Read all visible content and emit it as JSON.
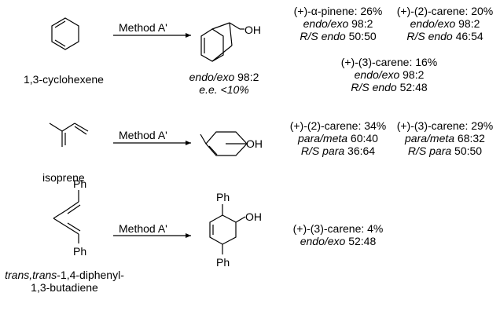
{
  "rows": [
    {
      "reactant_name": "1,3-cyclohexene",
      "method_label": "Method A'",
      "product_label": "OH",
      "product_notes": [
        {
          "italic": "endo/exo",
          "text": " 98:2"
        },
        {
          "italic": "e.e. <10%",
          "text": ""
        }
      ],
      "results": [
        {
          "title": "(+)-α-pinene: 26%",
          "line1_italic": "endo/exo",
          "line1_text": " 98:2",
          "line2_italic": "R/S endo",
          "line2_text": " 50:50"
        },
        {
          "title": "(+)-(2)-carene: 20%",
          "line1_italic": "endo/exo",
          "line1_text": " 98:2",
          "line2_italic": "R/S endo",
          "line2_text": " 46:54"
        },
        {
          "title": "(+)-(3)-carene: 16%",
          "line1_italic": "endo/exo",
          "line1_text": " 98:2",
          "line2_italic": "R/S endo",
          "line2_text": " 52:48"
        }
      ]
    },
    {
      "reactant_name": "isoprene",
      "method_label": "Method A'",
      "product_label": "OH",
      "results": [
        {
          "title": "(+)-(2)-carene: 34%",
          "line1_italic": "para/meta",
          "line1_text": " 60:40",
          "line2_italic": "R/S para",
          "line2_text": " 36:64"
        },
        {
          "title": "(+)-(3)-carene: 29%",
          "line1_italic": "para/meta",
          "line1_text": " 68:32",
          "line2_italic": "R/S para",
          "line2_text": " 50:50"
        }
      ]
    },
    {
      "reactant_name_italic": "trans,trans",
      "reactant_name_rest": "-1,4-diphenyl-",
      "reactant_name_line2": "1,3-butadiene",
      "reactant_substituent_top": "Ph",
      "reactant_substituent_bottom": "Ph",
      "method_label": "Method A'",
      "product_label": "OH",
      "product_substituent_top": "Ph",
      "product_substituent_bottom": "Ph",
      "results": [
        {
          "title": "(+)-(3)-carene: 4%",
          "line1_italic": "endo/exo",
          "line1_text": " 52:48"
        }
      ]
    }
  ]
}
